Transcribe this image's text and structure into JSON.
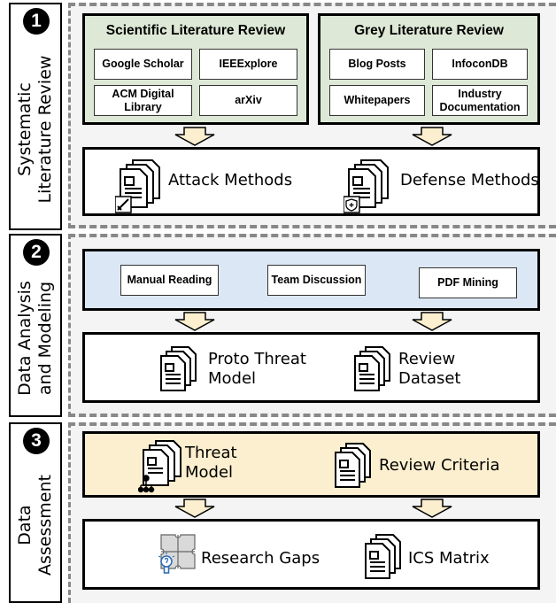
{
  "stages": [
    {
      "number": "1",
      "label_lines": [
        "Systematic",
        "Literature Review"
      ],
      "groups": [
        {
          "title": "Scientific Literature Review",
          "sources": [
            "Google Scholar",
            "IEEExplore",
            "ACM Digital Library",
            "arXiv"
          ]
        },
        {
          "title": "Grey Literature Review",
          "sources": [
            "Blog Posts",
            "InfoconDB",
            "Whitepapers",
            "Industry Documentation"
          ]
        }
      ],
      "outputs": [
        {
          "label": "Attack Methods",
          "icon": "document-sword-icon"
        },
        {
          "label": "Defense Methods",
          "icon": "document-shield-icon"
        }
      ]
    },
    {
      "number": "2",
      "label_lines": [
        "Data Analysis",
        "and Modeling"
      ],
      "activities": [
        "Manual Reading",
        "Team Discussion",
        "PDF Mining"
      ],
      "outputs": [
        {
          "label_lines": [
            "Proto Threat",
            "Model"
          ],
          "icon": "document-icon"
        },
        {
          "label_lines": [
            "Review",
            "Dataset"
          ],
          "icon": "document-icon"
        }
      ]
    },
    {
      "number": "3",
      "label_lines": [
        "Data",
        "Assessment"
      ],
      "inputs": [
        {
          "label_lines": [
            "Threat",
            "Model"
          ],
          "icon": "document-tree-icon"
        },
        {
          "label": "Review Criteria",
          "icon": "document-icon"
        }
      ],
      "outputs": [
        {
          "label": "Research Gaps",
          "icon": "puzzle-lightbulb-icon"
        },
        {
          "label": "ICS Matrix",
          "icon": "document-icon"
        }
      ]
    }
  ],
  "colors": {
    "scientific_bg": "#dde9d6",
    "activities_bg": "#dce7f6",
    "assessment_bg": "#fbefcf",
    "arrow_fill": "#fbefcf",
    "panel_bg": "#f4f4f4",
    "dash": "#888888"
  }
}
